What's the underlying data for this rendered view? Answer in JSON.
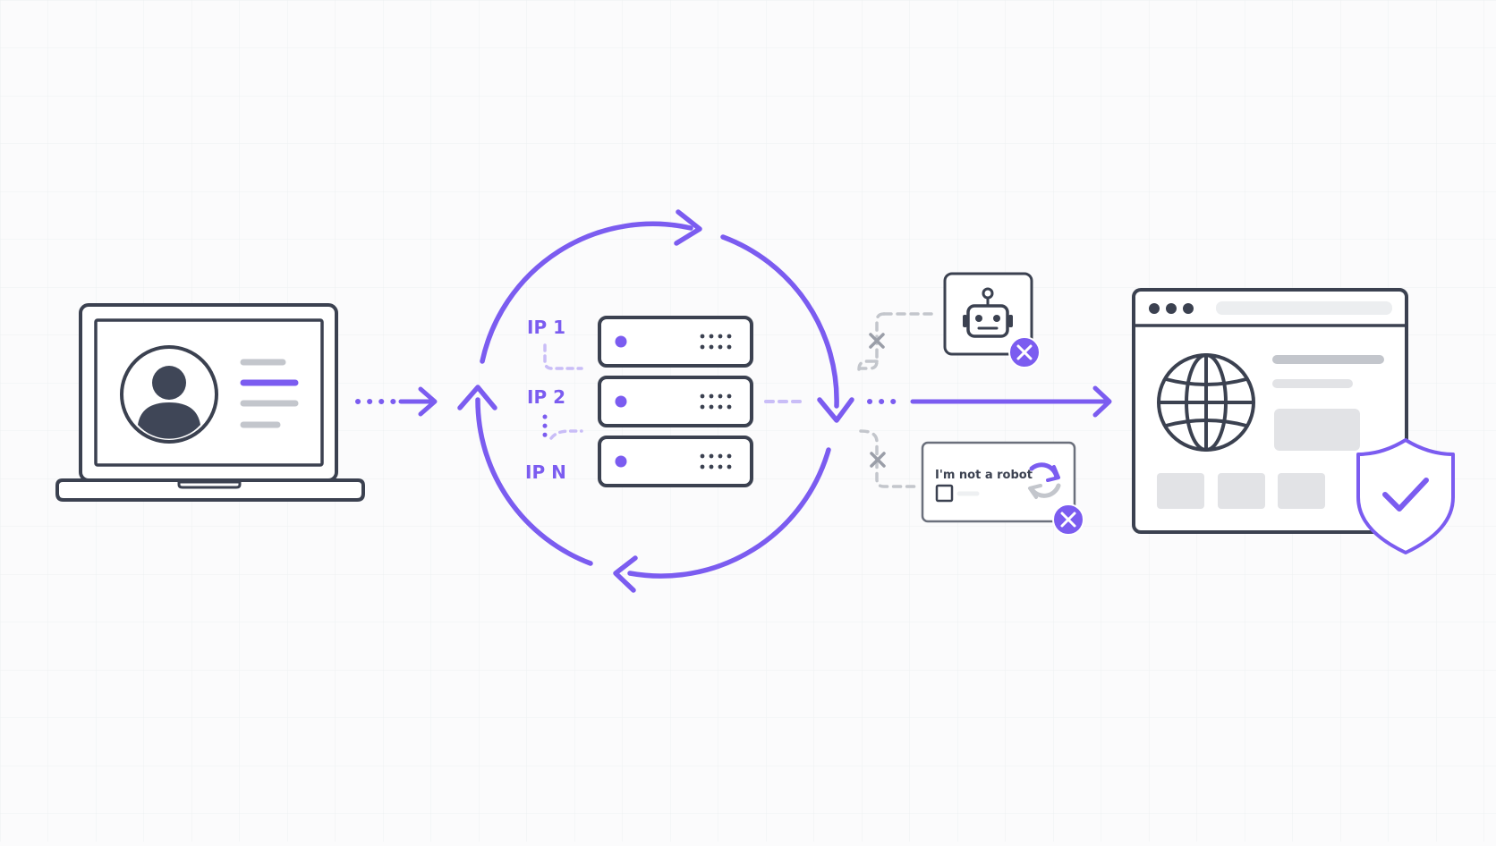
{
  "colors": {
    "accent": "#7b5cf0",
    "accent_light": "#c9bdf7",
    "outline": "#3b4150",
    "muted_fill": "#e2e3e6",
    "muted_line": "#c3c6cc",
    "grid": "#eef0f2",
    "background": "#fbfbfc",
    "panel": "#ffffff"
  },
  "proxy_pool": {
    "ip_labels": [
      "IP 1",
      "IP 2",
      "IP N"
    ]
  },
  "captcha": {
    "label": "I'm not a robot"
  },
  "icons": {
    "user": "user-avatar-icon",
    "server": "server-stack-icon",
    "robot": "robot-icon",
    "blocked": "close-circle-icon",
    "refresh": "refresh-icon",
    "globe": "globe-icon",
    "shield": "shield-check-icon"
  }
}
